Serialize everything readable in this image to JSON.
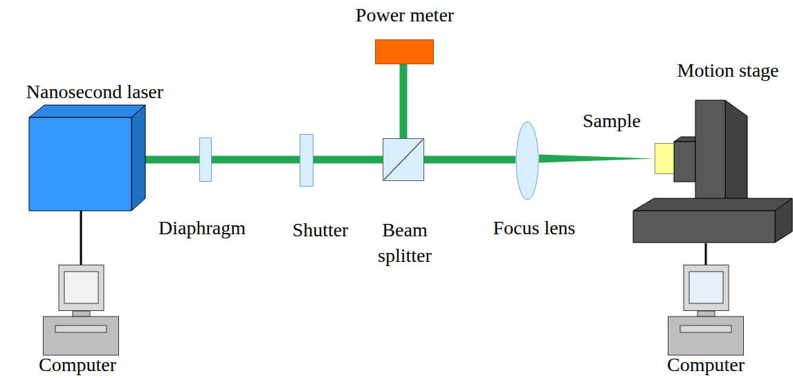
{
  "diagram": {
    "nodes": [
      {
        "text": [
          "Nanosecond laser"
        ]
      },
      {
        "text": [
          "Diaphragm"
        ]
      },
      {
        "text": [
          "Shutter"
        ]
      },
      {
        "text": [
          "Beam splitter"
        ]
      },
      {
        "text": [
          "Power meter"
        ]
      },
      {
        "text": [
          "Focus lens"
        ]
      },
      {
        "text": [
          "Sample"
        ]
      },
      {
        "text": [
          "Motion stage"
        ]
      },
      {
        "text": [
          "Computer"
        ]
      },
      {
        "text": [
          "Computer"
        ]
      }
    ],
    "edges": [
      {
        "from": 0,
        "to": 1,
        "arrow": "none"
      },
      {
        "from": 1,
        "to": 2,
        "arrow": "none"
      },
      {
        "from": 2,
        "to": 3,
        "arrow": "none"
      },
      {
        "from": 3,
        "to": 4,
        "arrow": "none"
      },
      {
        "from": 3,
        "to": 5,
        "arrow": "none"
      },
      {
        "from": 5,
        "to": 6,
        "arrow": "none"
      },
      {
        "from": 0,
        "to": 8,
        "arrow": "none"
      },
      {
        "from": 7,
        "to": 9,
        "arrow": "none"
      }
    ]
  }
}
